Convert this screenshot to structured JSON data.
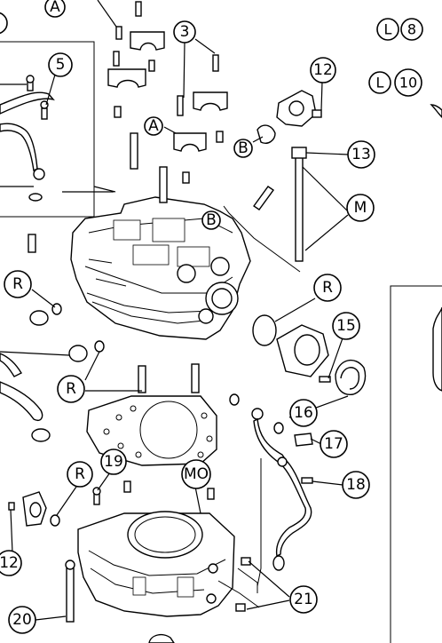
{
  "callouts": {
    "c1": "A",
    "c2": "3",
    "c3": "5",
    "c4": "12",
    "c5": "13",
    "c6": "M",
    "c7": "A",
    "c8": "B",
    "c9": "B",
    "c10": "R",
    "c11": "R",
    "c12": "R",
    "c13": "15",
    "c14": "16",
    "c15": "17",
    "c16": "18",
    "c17": "19",
    "c18": "R",
    "c19": "MO",
    "c20": "12",
    "c21": "20",
    "c22": "21"
  },
  "l_refs": [
    {
      "letter": "L",
      "number": "8"
    },
    {
      "letter": "L",
      "number": "10"
    }
  ]
}
